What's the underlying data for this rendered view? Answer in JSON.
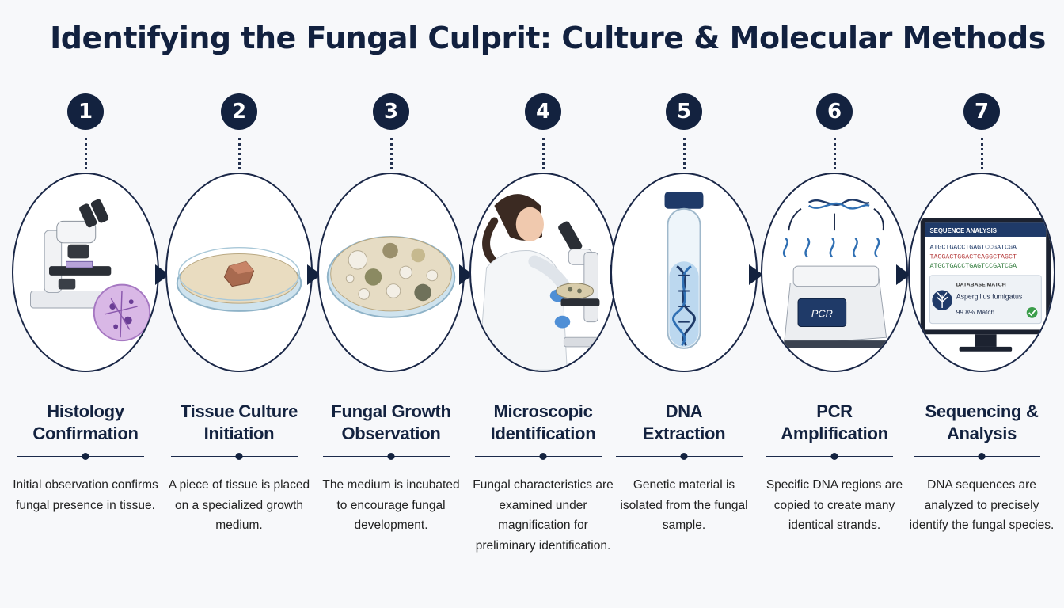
{
  "title": "Identifying the Fungal Culprit: Culture & Molecular Methods",
  "steps": [
    {
      "number": "1",
      "title": "Histology\nConfirmation",
      "desc": "Initial observation confirms fungal presence in tissue.",
      "icon": "microscope-icon"
    },
    {
      "number": "2",
      "title": "Tissue Culture\nInitiation",
      "desc": "A piece of tissue is placed on a specialized growth medium.",
      "icon": "petri-dish-icon"
    },
    {
      "number": "3",
      "title": "Fungal Growth\nObservation",
      "desc": "The medium is incubated to encourage fungal development.",
      "icon": "colony-dish-icon"
    },
    {
      "number": "4",
      "title": "Microscopic\nIdentification",
      "desc": "Fungal characteristics are examined under magnification for preliminary identification.",
      "icon": "scientist-icon"
    },
    {
      "number": "5",
      "title": "DNA\nExtraction",
      "desc": "Genetic material is isolated from the fungal sample.",
      "icon": "test-tube-icon"
    },
    {
      "number": "6",
      "title": "PCR\nAmplification",
      "desc": "Specific DNA regions are copied to create many identical strands.",
      "icon": "pcr-machine-icon"
    },
    {
      "number": "7",
      "title": "Sequencing &\nAnalysis",
      "desc": "DNA sequences are analyzed to precisely identify the fungal species.",
      "icon": "monitor-icon"
    }
  ],
  "pcr_label": "PCR",
  "monitor": {
    "header": "SEQUENCE ANALYSIS",
    "seq1": "ATGCTGACCTGAGTCCGATCGA",
    "seq2": "TACGACTGGACTCAGGCTAGCT",
    "seq3": "ATGCTGACCTGAGTCCGATCGA",
    "match_label": "DATABASE MATCH",
    "species": "Aspergillus fumigatus",
    "match": "99.8% Match"
  },
  "colors": {
    "navy": "#13223f",
    "accent_blue": "#2f6fb3"
  }
}
